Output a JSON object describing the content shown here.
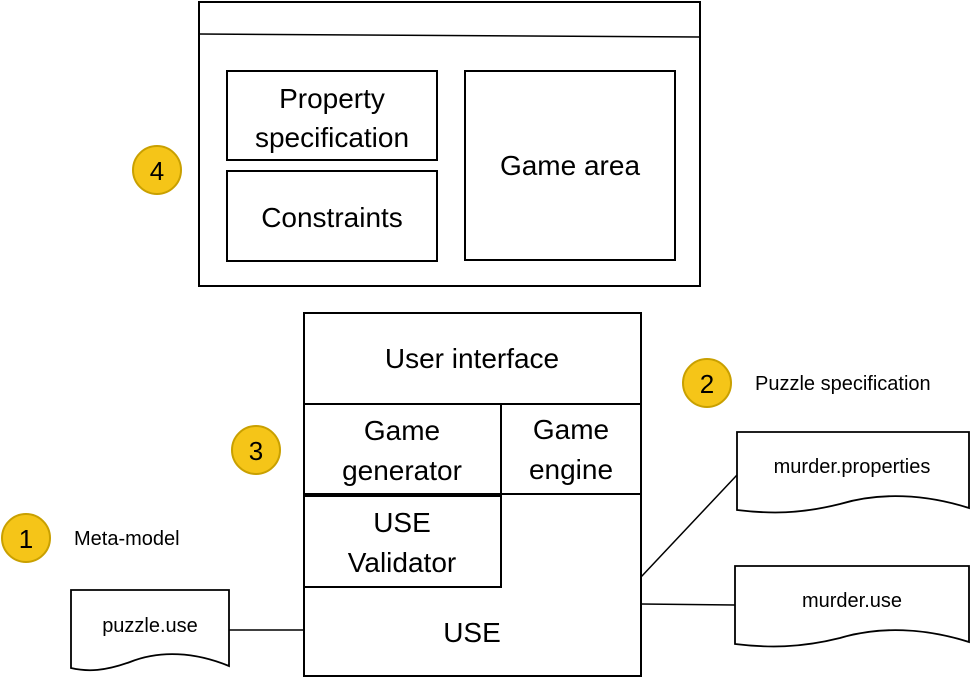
{
  "colors": {
    "stroke": "#000000",
    "background": "#ffffff",
    "badge_fill": "#F5C518",
    "badge_stroke": "#C9A000"
  },
  "gui_window": {
    "property_specification": [
      "Property",
      "specification"
    ],
    "constraints": "Constraints",
    "game_area": "Game area"
  },
  "architecture": {
    "user_interface": "User interface",
    "game_generator": [
      "Game",
      "generator"
    ],
    "game_engine": [
      "Game",
      "engine"
    ],
    "use_validator": [
      "USE",
      "Validator"
    ],
    "use": "USE"
  },
  "files": {
    "puzzle_use": "puzzle.use",
    "murder_properties": "murder.properties",
    "murder_use": "murder.use"
  },
  "steps": [
    {
      "number": "1",
      "label": "Meta-model"
    },
    {
      "number": "2",
      "label": "Puzzle specification"
    },
    {
      "number": "3",
      "label": ""
    },
    {
      "number": "4",
      "label": ""
    }
  ]
}
